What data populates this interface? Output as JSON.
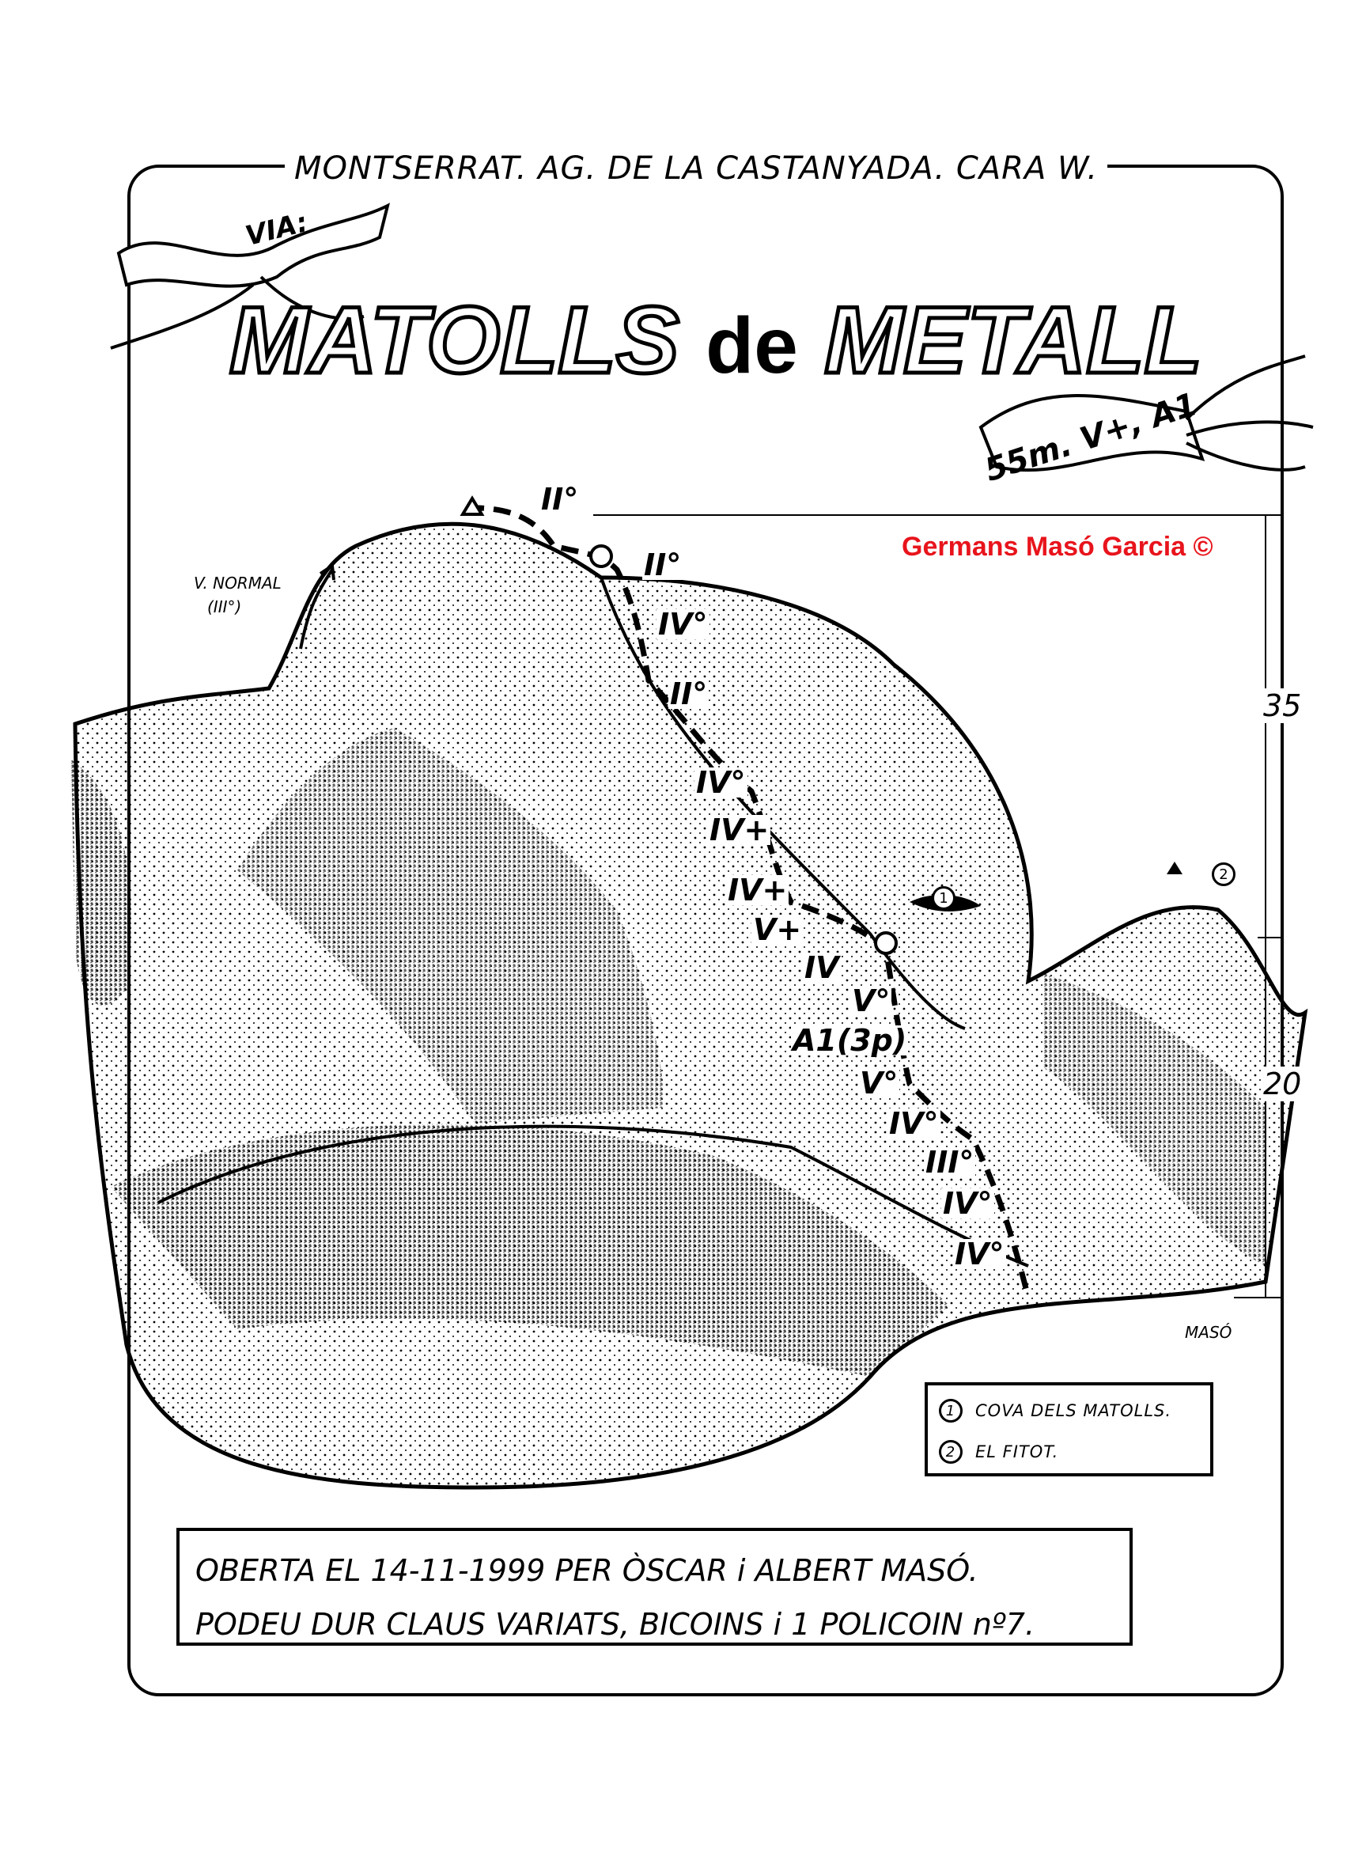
{
  "header": {
    "location": "MONTSERRAT. AG. DE LA CASTANYADA. CARA W.",
    "via_label": "VIA:",
    "route_name_part1": "MATOLLS",
    "route_name_de": "de",
    "route_name_part2": "METALL",
    "route_specs": "55m. V+, A1"
  },
  "copyright": "Germans Masó Garcia ©",
  "topo": {
    "normal_route": "V. NORMAL",
    "normal_route_grade": "(III°)",
    "grades": [
      "II°",
      "II°",
      "IV°",
      "II°",
      "IV°",
      "IV+",
      "IV+",
      "V+",
      "IV",
      "V°",
      "A1(3p)",
      "V°",
      "IV°",
      "III°",
      "IV°",
      "IV°"
    ],
    "height_marks": [
      "35",
      "20"
    ],
    "markers": [
      "1",
      "2"
    ],
    "artist_signature": "MASÓ"
  },
  "legend": [
    {
      "num": "1",
      "label": "COVA DELS MATOLLS."
    },
    {
      "num": "2",
      "label": "EL FITOT."
    }
  ],
  "info": {
    "line1": "OBERTA EL 14-11-1999 PER ÒSCAR i ALBERT MASÓ.",
    "line2": "PODEU DUR CLAUS VARIATS, BICOINS i 1 POLICOIN nº7."
  },
  "colors": {
    "ink": "#000000",
    "copyright": "#e8141c"
  }
}
